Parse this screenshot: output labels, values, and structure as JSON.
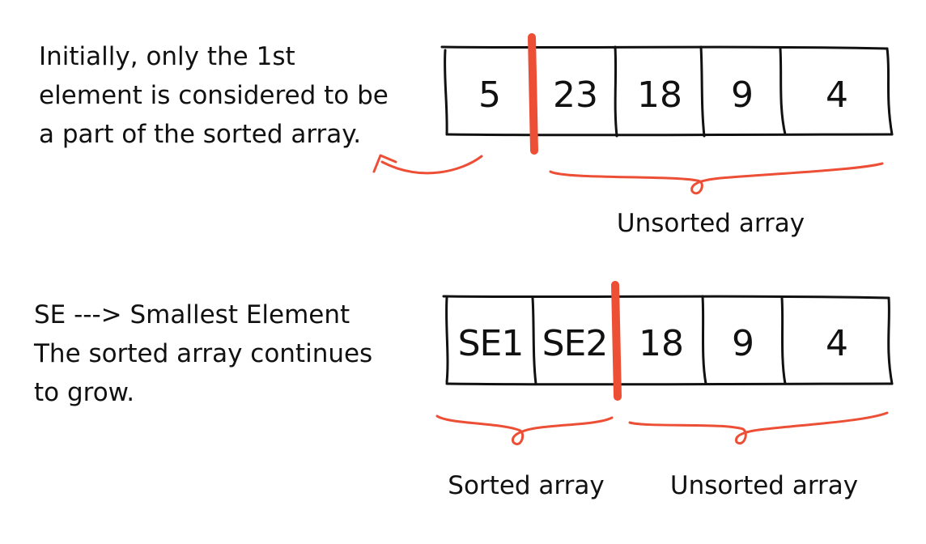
{
  "colors": {
    "ink": "#111111",
    "accent": "#ec4f36",
    "background": "#ffffff"
  },
  "top": {
    "note_lines": [
      "Initially, only the 1st",
      "element is considered to be",
      "a part of the sorted array."
    ],
    "cells": [
      "5",
      "23",
      "18",
      "9",
      "4"
    ],
    "unsorted_label": "Unsorted array"
  },
  "bottom": {
    "note_lines": [
      "SE ---> Smallest Element",
      "The sorted array continues",
      "to grow."
    ],
    "cells": [
      "SE1",
      "SE2",
      "18",
      "9",
      "4"
    ],
    "sorted_label": "Sorted array",
    "unsorted_label": "Unsorted array"
  }
}
